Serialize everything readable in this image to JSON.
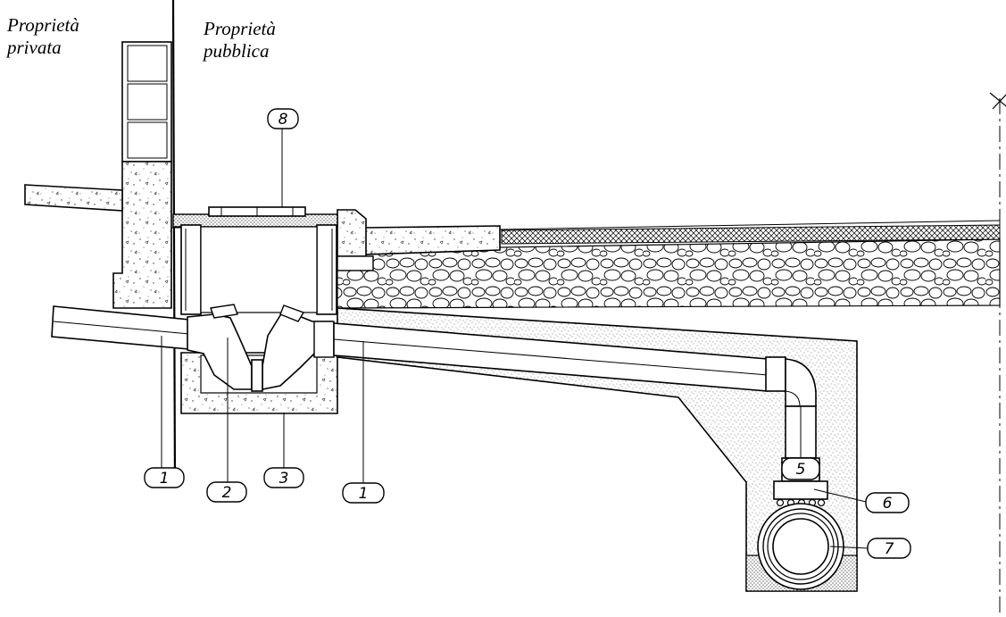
{
  "labels": {
    "private_property": [
      "Proprietà",
      "privata"
    ],
    "public_property": [
      "Proprietà",
      "pubblica"
    ]
  },
  "callouts": [
    {
      "id": "c8",
      "text": "8"
    },
    {
      "id": "c1a",
      "text": "1"
    },
    {
      "id": "c2",
      "text": "2"
    },
    {
      "id": "c3",
      "text": "3"
    },
    {
      "id": "c1b",
      "text": "1"
    },
    {
      "id": "c5",
      "text": "5"
    },
    {
      "id": "c6",
      "text": "6"
    },
    {
      "id": "c7",
      "text": "7"
    }
  ],
  "colors": {
    "line": "#000000",
    "background": "#ffffff",
    "fill_dots": "#555555"
  }
}
